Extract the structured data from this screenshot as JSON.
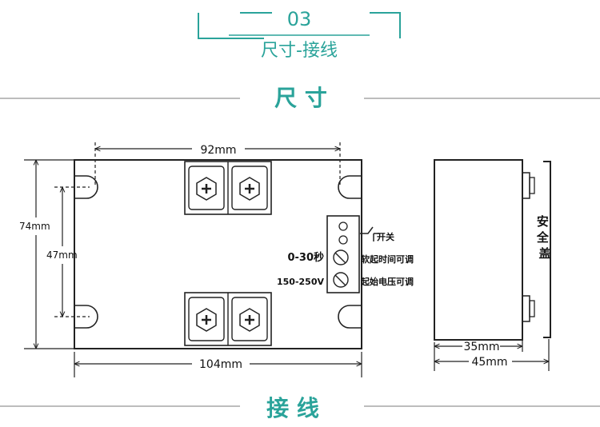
{
  "header": {
    "number": "03",
    "title": "尺寸-接线"
  },
  "sections": {
    "dimensions": "尺 寸",
    "wiring": "接 线"
  },
  "front_view": {
    "width_top": "92mm",
    "width_bottom": "104mm",
    "height_outer": "74mm",
    "height_inner": "47mm",
    "time_range": "0-30秒",
    "voltage_range": "150-250V",
    "switch_label": "开关",
    "soft_start_label": "软起时间可调",
    "start_voltage_label": "起始电压可调"
  },
  "side_view": {
    "cover_label": "安全盖",
    "depth_inner": "35mm",
    "depth_outer": "45mm"
  },
  "colors": {
    "accent": "#2aa39a",
    "line": "#222222",
    "divider": "#bdbdbd"
  }
}
